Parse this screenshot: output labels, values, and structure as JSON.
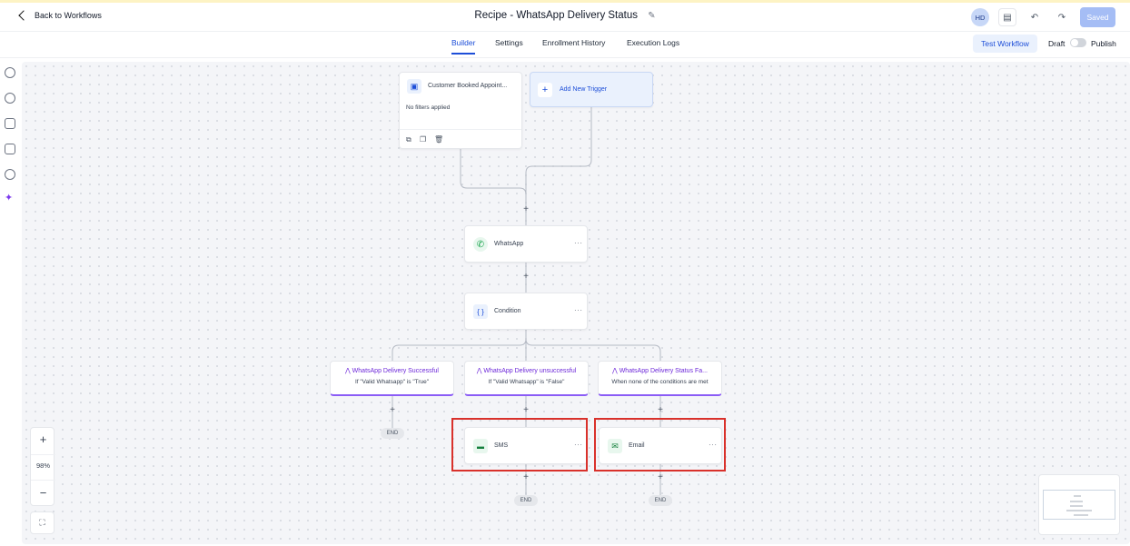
{
  "header": {
    "back_label": "Back to Workflows",
    "title": "Recipe - WhatsApp Delivery Status",
    "avatar_initials": "HD",
    "saved_label": "Saved"
  },
  "tabs": [
    {
      "label": "Builder",
      "active": true
    },
    {
      "label": "Settings",
      "active": false
    },
    {
      "label": "Enrollment History",
      "active": false
    },
    {
      "label": "Execution Logs",
      "active": false
    }
  ],
  "actions": {
    "test_workflow": "Test Workflow",
    "draft": "Draft",
    "publish": "Publish",
    "publish_toggle_on": false
  },
  "trigger": {
    "title": "Customer Booked Appoint...",
    "filters": "No filters applied",
    "add_trigger": "Add New Trigger"
  },
  "nodes": {
    "whatsapp": "WhatsApp",
    "condition": "Condition",
    "sms": "SMS",
    "email": "Email"
  },
  "branches": [
    {
      "title": "WhatsApp Delivery Successful",
      "subtitle": "If \"Valid Whatsapp\" is \"True\""
    },
    {
      "title": "WhatsApp Delivery unsuccessful",
      "subtitle": "If \"Valid Whatsapp\" is \"False\""
    },
    {
      "title": "WhatsApp Delivery Status Fa...",
      "subtitle": "When none of the conditions are met"
    }
  ],
  "end_label": "END",
  "zoom": {
    "plus": "+",
    "level": "98%",
    "minus": "−"
  },
  "colors": {
    "primary": "#1d4ed8",
    "branch_accent": "#8b5cf6",
    "highlight": "#d9312b",
    "whatsapp": "#16a34a"
  }
}
